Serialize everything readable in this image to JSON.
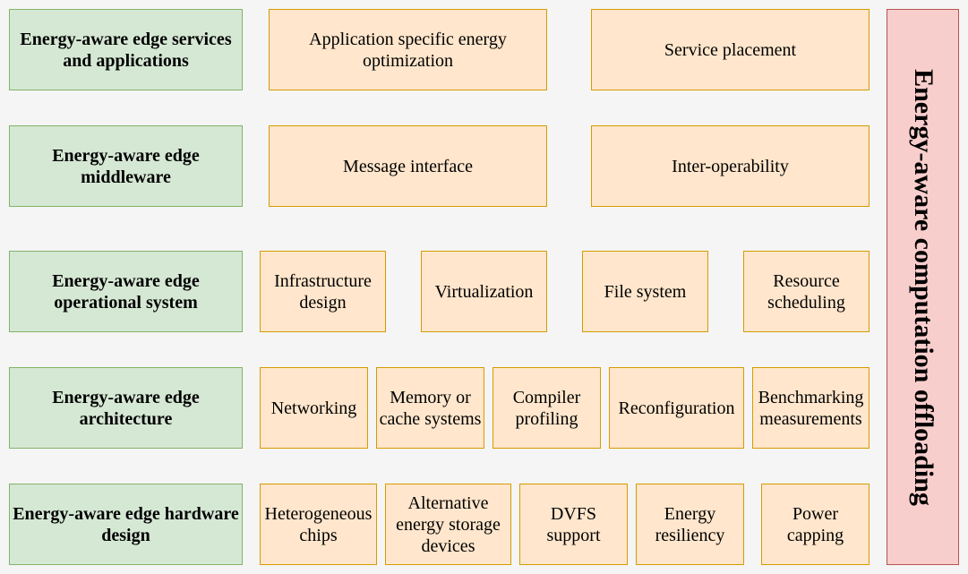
{
  "layers": [
    {
      "label": "Energy-aware edge services and applications",
      "items": [
        "Application specific energy optimization",
        "Service placement"
      ]
    },
    {
      "label": "Energy-aware edge middleware",
      "items": [
        "Message interface",
        "Inter-operability"
      ]
    },
    {
      "label": "Energy-aware edge operational system",
      "items": [
        "Infrastructure design",
        "Virtualization",
        "File system",
        "Resource scheduling"
      ]
    },
    {
      "label": "Energy-aware edge architecture",
      "items": [
        "Networking",
        "Memory or cache systems",
        "Compiler profiling",
        "Reconfiguration",
        "Benchmarking measurements"
      ]
    },
    {
      "label": "Energy-aware edge hardware design",
      "items": [
        "Heterogeneous chips",
        "Alternative energy storage devices",
        "DVFS support",
        "Energy resiliency",
        "Power capping"
      ]
    }
  ],
  "side_label": "Energy-aware computation offloading",
  "colors": {
    "background": "#f5f5f5",
    "layer_fill": "#d5e8d4",
    "layer_stroke": "#82b366",
    "item_fill": "#ffe6cc",
    "item_stroke": "#d79b00",
    "side_fill": "#f8cecc",
    "side_stroke": "#b85450"
  }
}
